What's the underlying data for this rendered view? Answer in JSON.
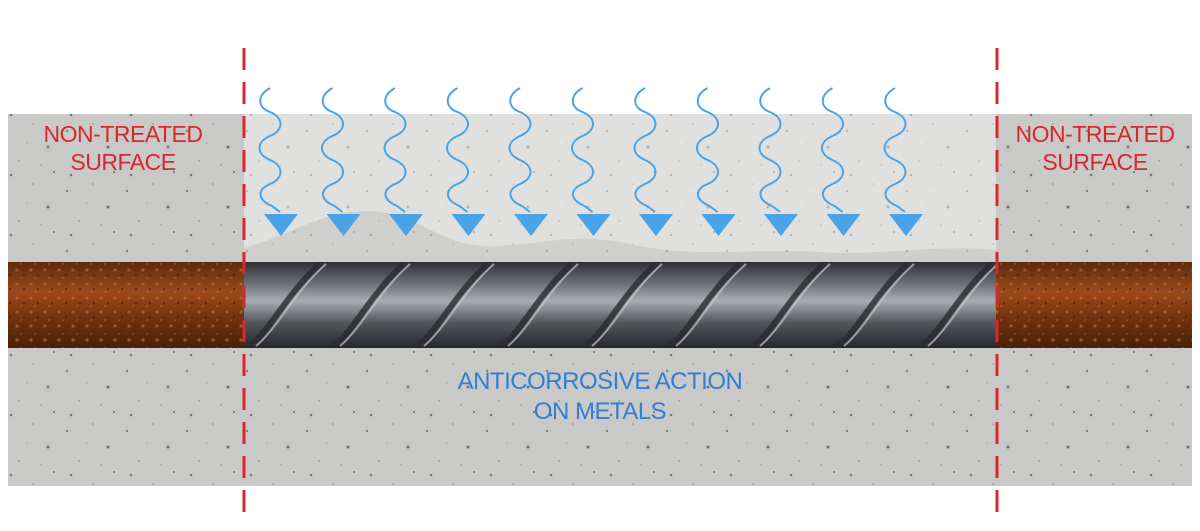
{
  "labels": {
    "left_title_line1": "NON-TREATED",
    "left_title_line2": "SURFACE",
    "right_title_line1": "NON-TREATED",
    "right_title_line2": "SURFACE",
    "center_line1": "ANTICORROSIVE ACTION",
    "center_line2": "ON METALS"
  },
  "colors": {
    "divider_red": "#d7282f",
    "action_blue": "#2f7fd6",
    "arrow_blue": "#4aa3e6",
    "concrete": "#c9c9c7",
    "treated_zone": "#dcdcda",
    "rust": "#8a3b12",
    "steel": "#4a4d52"
  },
  "icons": [
    "wavy-arrow-icon",
    "dashed-divider-line"
  ],
  "arrow_count": 11
}
